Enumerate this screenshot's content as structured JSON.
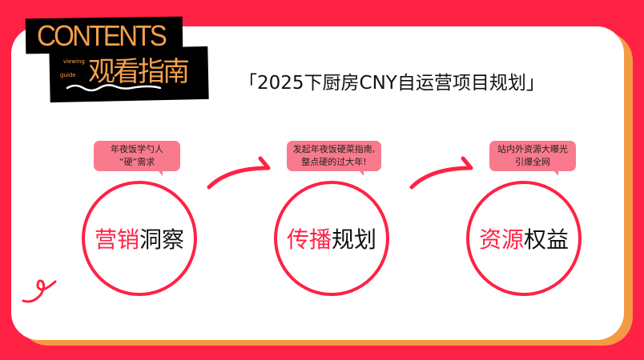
{
  "header": {
    "badge_en": "CONTENTS",
    "badge_small_1": "viewing",
    "badge_small_2": "guide",
    "badge_cn": "观看指南"
  },
  "title": "「2025下厨房CNY自运营项目规划」",
  "steps": [
    {
      "bubble_line1": "年夜饭学勺人",
      "bubble_line2": "“硬”需求",
      "label_red": "营销",
      "label_black": "洞察"
    },
    {
      "bubble_line1": "发起年夜饭硬菜指南,",
      "bubble_line2": "整点硬的过大年!",
      "label_red": "传播",
      "label_black": "规划"
    },
    {
      "bubble_line1": "站内外资源大曝光",
      "bubble_line2": "引爆全网",
      "label_red": "资源",
      "label_black": "权益"
    }
  ],
  "colors": {
    "background": "#ff2244",
    "card": "#ffffff",
    "card_shadow": "#f59a44",
    "accent_orange": "#f5a04a",
    "bubble": "#f97a8c",
    "circle_stroke": "#ff2244"
  }
}
